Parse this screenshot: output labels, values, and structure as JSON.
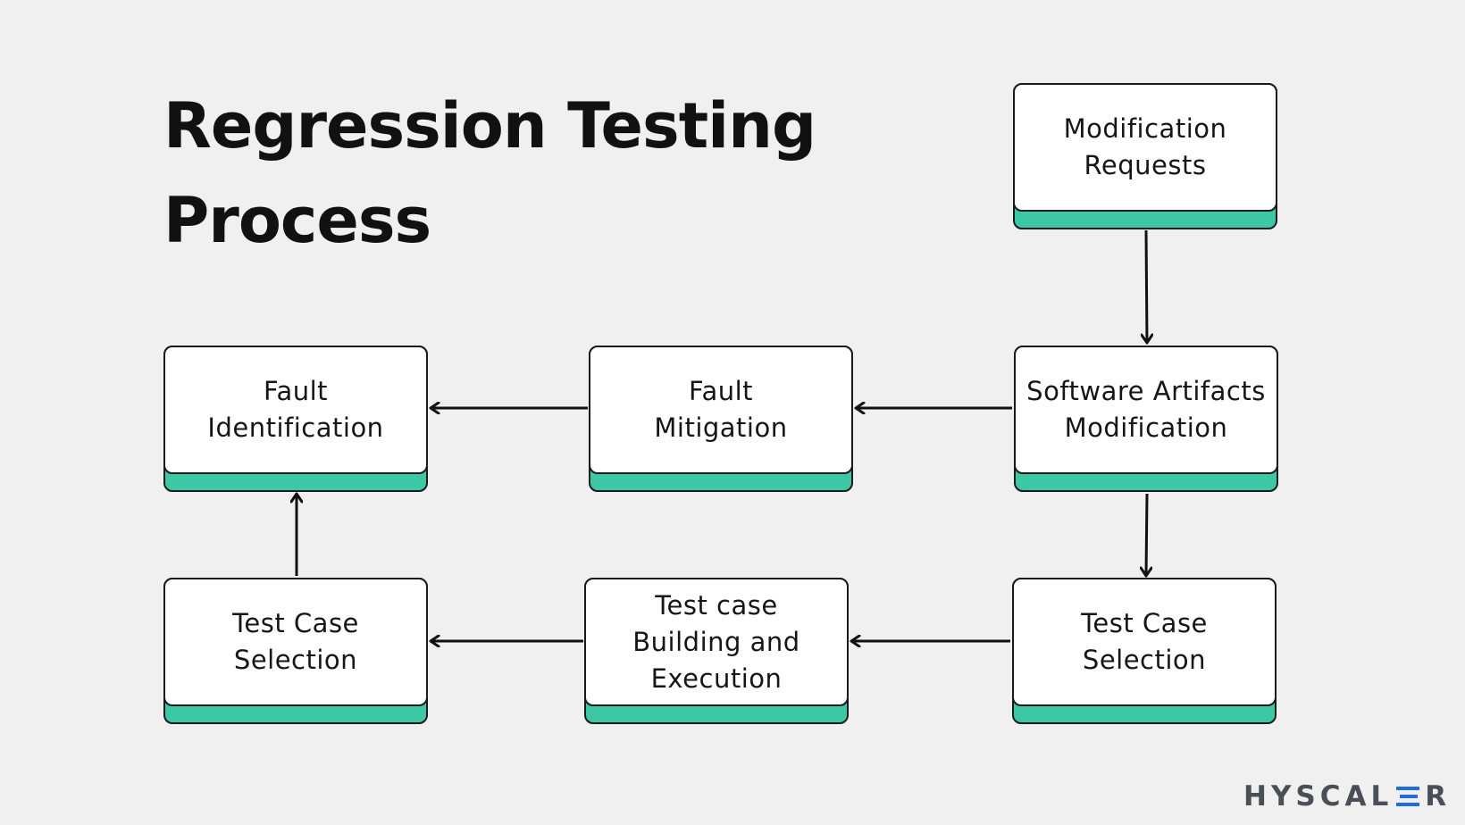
{
  "title": {
    "line1": "Regression Testing",
    "line2": "Process"
  },
  "colors": {
    "background": "#f0f0f0",
    "box_fill": "#ffffff",
    "box_accent": "#3cc8a4",
    "border": "#1a1a1a",
    "arrow": "#111111",
    "logo_text": "#4a4f57",
    "logo_mark": "#1f6fe0"
  },
  "nodes": {
    "modification_requests": {
      "lines": [
        "Modification",
        "Requests"
      ]
    },
    "software_artifacts_modification": {
      "lines": [
        "Software Artifacts",
        "Modification"
      ]
    },
    "fault_mitigation": {
      "lines": [
        "Fault",
        "Mitigation"
      ]
    },
    "fault_identification": {
      "lines": [
        "Fault",
        "Identification"
      ]
    },
    "test_case_selection_right": {
      "lines": [
        "Test Case",
        "Selection"
      ]
    },
    "test_case_building_execution": {
      "lines": [
        "Test case",
        "Building and",
        "Execution"
      ]
    },
    "test_case_selection_left": {
      "lines": [
        "Test Case",
        "Selection"
      ]
    }
  },
  "edges": [
    {
      "from": "modification_requests",
      "to": "software_artifacts_modification"
    },
    {
      "from": "software_artifacts_modification",
      "to": "fault_mitigation"
    },
    {
      "from": "fault_mitigation",
      "to": "fault_identification"
    },
    {
      "from": "software_artifacts_modification",
      "to": "test_case_selection_right"
    },
    {
      "from": "test_case_selection_right",
      "to": "test_case_building_execution"
    },
    {
      "from": "test_case_building_execution",
      "to": "test_case_selection_left"
    },
    {
      "from": "test_case_selection_left",
      "to": "fault_identification"
    }
  ],
  "logo": {
    "part1": "HYSCAL",
    "part2": "R",
    "mark_icon": "three-bars-e-icon"
  }
}
